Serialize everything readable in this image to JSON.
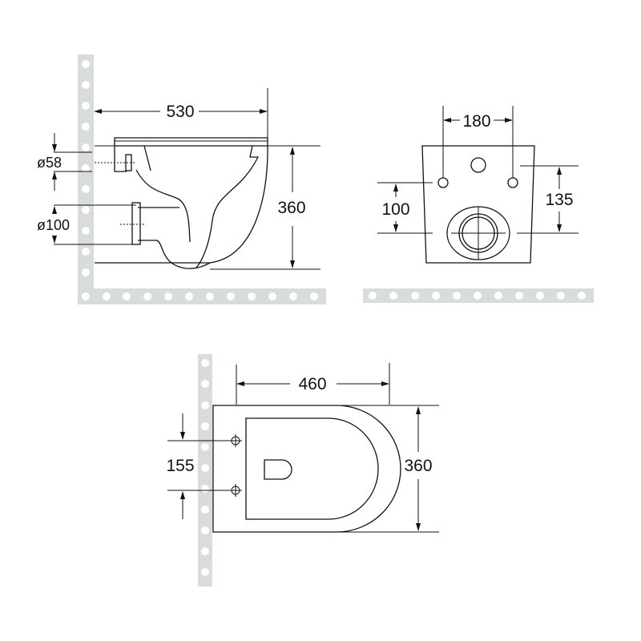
{
  "diagram": {
    "type": "technical-drawing",
    "subject": "wall-hung toilet dimensions",
    "units": "mm",
    "colors": {
      "line": "#111111",
      "wall": "#d9dcdc",
      "background": "#ffffff"
    },
    "views": {
      "side": {
        "label": "side-view",
        "dims": {
          "length": "530",
          "height": "360",
          "water_inlet": "ø58",
          "outlet": "ø100"
        }
      },
      "rear": {
        "label": "rear-view",
        "dims": {
          "bolt_spacing": "180",
          "bolt_to_outlet": "100",
          "right_height": "135"
        }
      },
      "top": {
        "label": "top-view",
        "dims": {
          "depth": "460",
          "width": "360",
          "bolt_spacing": "155"
        }
      }
    }
  }
}
